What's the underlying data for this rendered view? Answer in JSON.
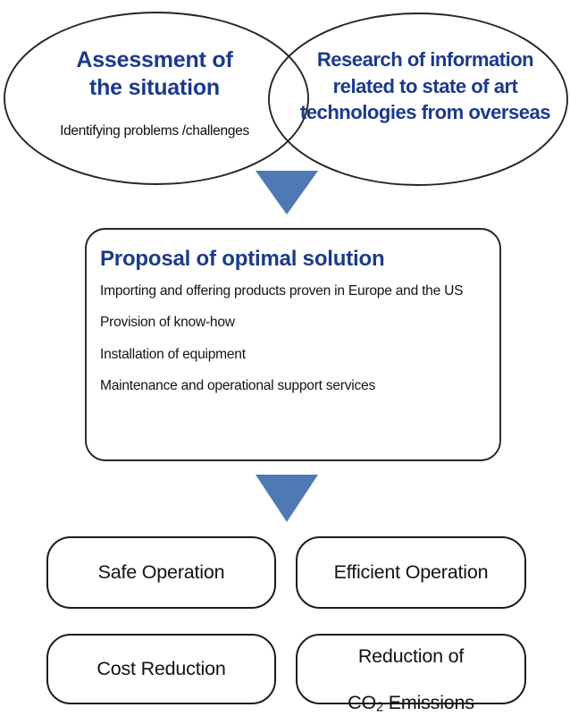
{
  "diagram": {
    "title": "Business solution flow diagram",
    "colors": {
      "heading_blue": "#1b3a8c",
      "arrow_blue": "#4e7ab4",
      "outline": "#222222",
      "body_text": "#121212",
      "background": "#ffffff"
    },
    "top_ellipses": [
      {
        "id": "assessment",
        "title": "Assessment of\nthe situation",
        "subtitle": "Identifying problems /challenges"
      },
      {
        "id": "research",
        "title": "Research of information\nrelated to state of art\ntechnologies from overseas",
        "subtitle": ""
      }
    ],
    "arrows": [
      {
        "id": "arrow-top",
        "direction": "down",
        "shape": "triangle"
      },
      {
        "id": "arrow-bottom",
        "direction": "down",
        "shape": "triangle"
      }
    ],
    "proposal": {
      "heading": "Proposal of optimal solution",
      "items": [
        "Importing and offering products proven in Europe and the US",
        "Provision of know-how",
        "Installation of equipment",
        "Maintenance and operational support services"
      ]
    },
    "outcomes": [
      {
        "id": "safe-operation",
        "label": "Safe Operation",
        "has_subscript": false
      },
      {
        "id": "efficient-operation",
        "label": "Efficient Operation",
        "has_subscript": false
      },
      {
        "id": "cost-reduction",
        "label": "Cost Reduction",
        "has_subscript": false
      },
      {
        "id": "co2-reduction",
        "label": "Reduction of\nCO2 Emissions",
        "has_subscript": true,
        "line1": "Reduction of",
        "line2_pre": "CO",
        "line2_sub": "2",
        "line2_post": " Emissions"
      }
    ]
  }
}
